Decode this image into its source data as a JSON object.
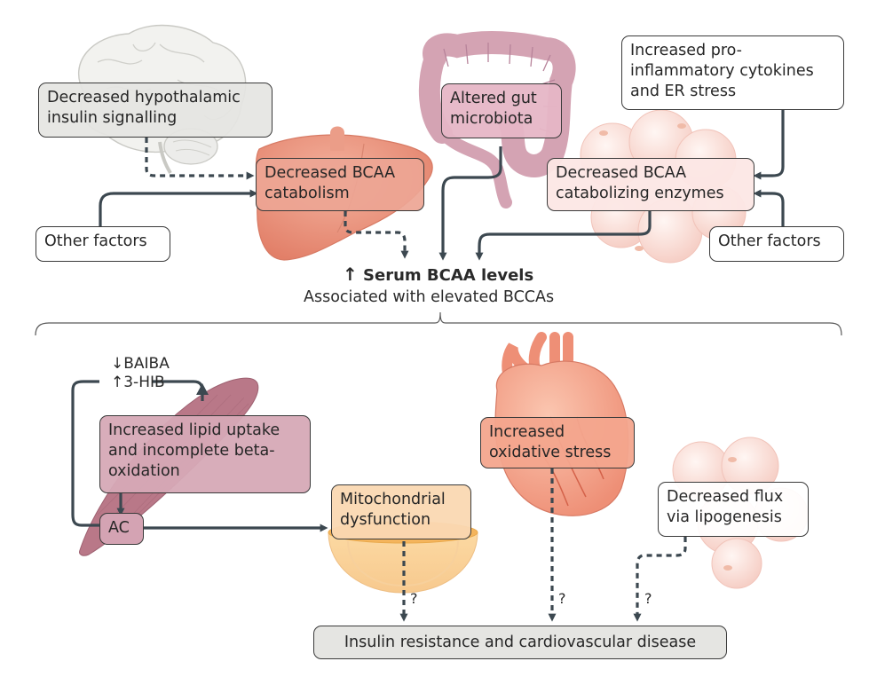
{
  "boxes": {
    "hypothalamic": "Decreased hypothalamic insulin signalling",
    "bcaa_catabolism": "Decreased BCAA catabolism",
    "gut_microbiota": "Altered gut microbiota",
    "cytokines": "Increased pro-inflammatory cytokines and ER stress",
    "enzymes": "Decreased BCAA catabolizing enzymes",
    "other_factors_left": "Other factors",
    "other_factors_right": "Other factors",
    "lipid_uptake": "Increased lipid uptake and incomplete beta-oxidation",
    "ac": "AC",
    "mitochondrial": "Mitochondrial dysfunction",
    "oxidative": "Increased oxidative stress",
    "lipogenesis": "Decreased flux via lipogenesis",
    "outcome": "Insulin resistance and cardiovascular disease"
  },
  "center": {
    "arrow": "↑",
    "serum": "Serum BCAA levels",
    "associated": "Associated with elevated BCCAs"
  },
  "muscle_markers": {
    "baiba": "↓BAIBA",
    "hib": "↑3-HIB"
  },
  "question_marks": [
    "?",
    "?",
    "?"
  ],
  "colors": {
    "arrow": "#3c4850",
    "grey_box": "#e5e5e2",
    "liver_box": "#eda594",
    "gut_box": "#e6b6c6",
    "adipose_box": "#fce7e5",
    "muscle_box": "#d6a9b6",
    "mito_box": "#fad8b2",
    "heart_box": "#f3a58d"
  }
}
